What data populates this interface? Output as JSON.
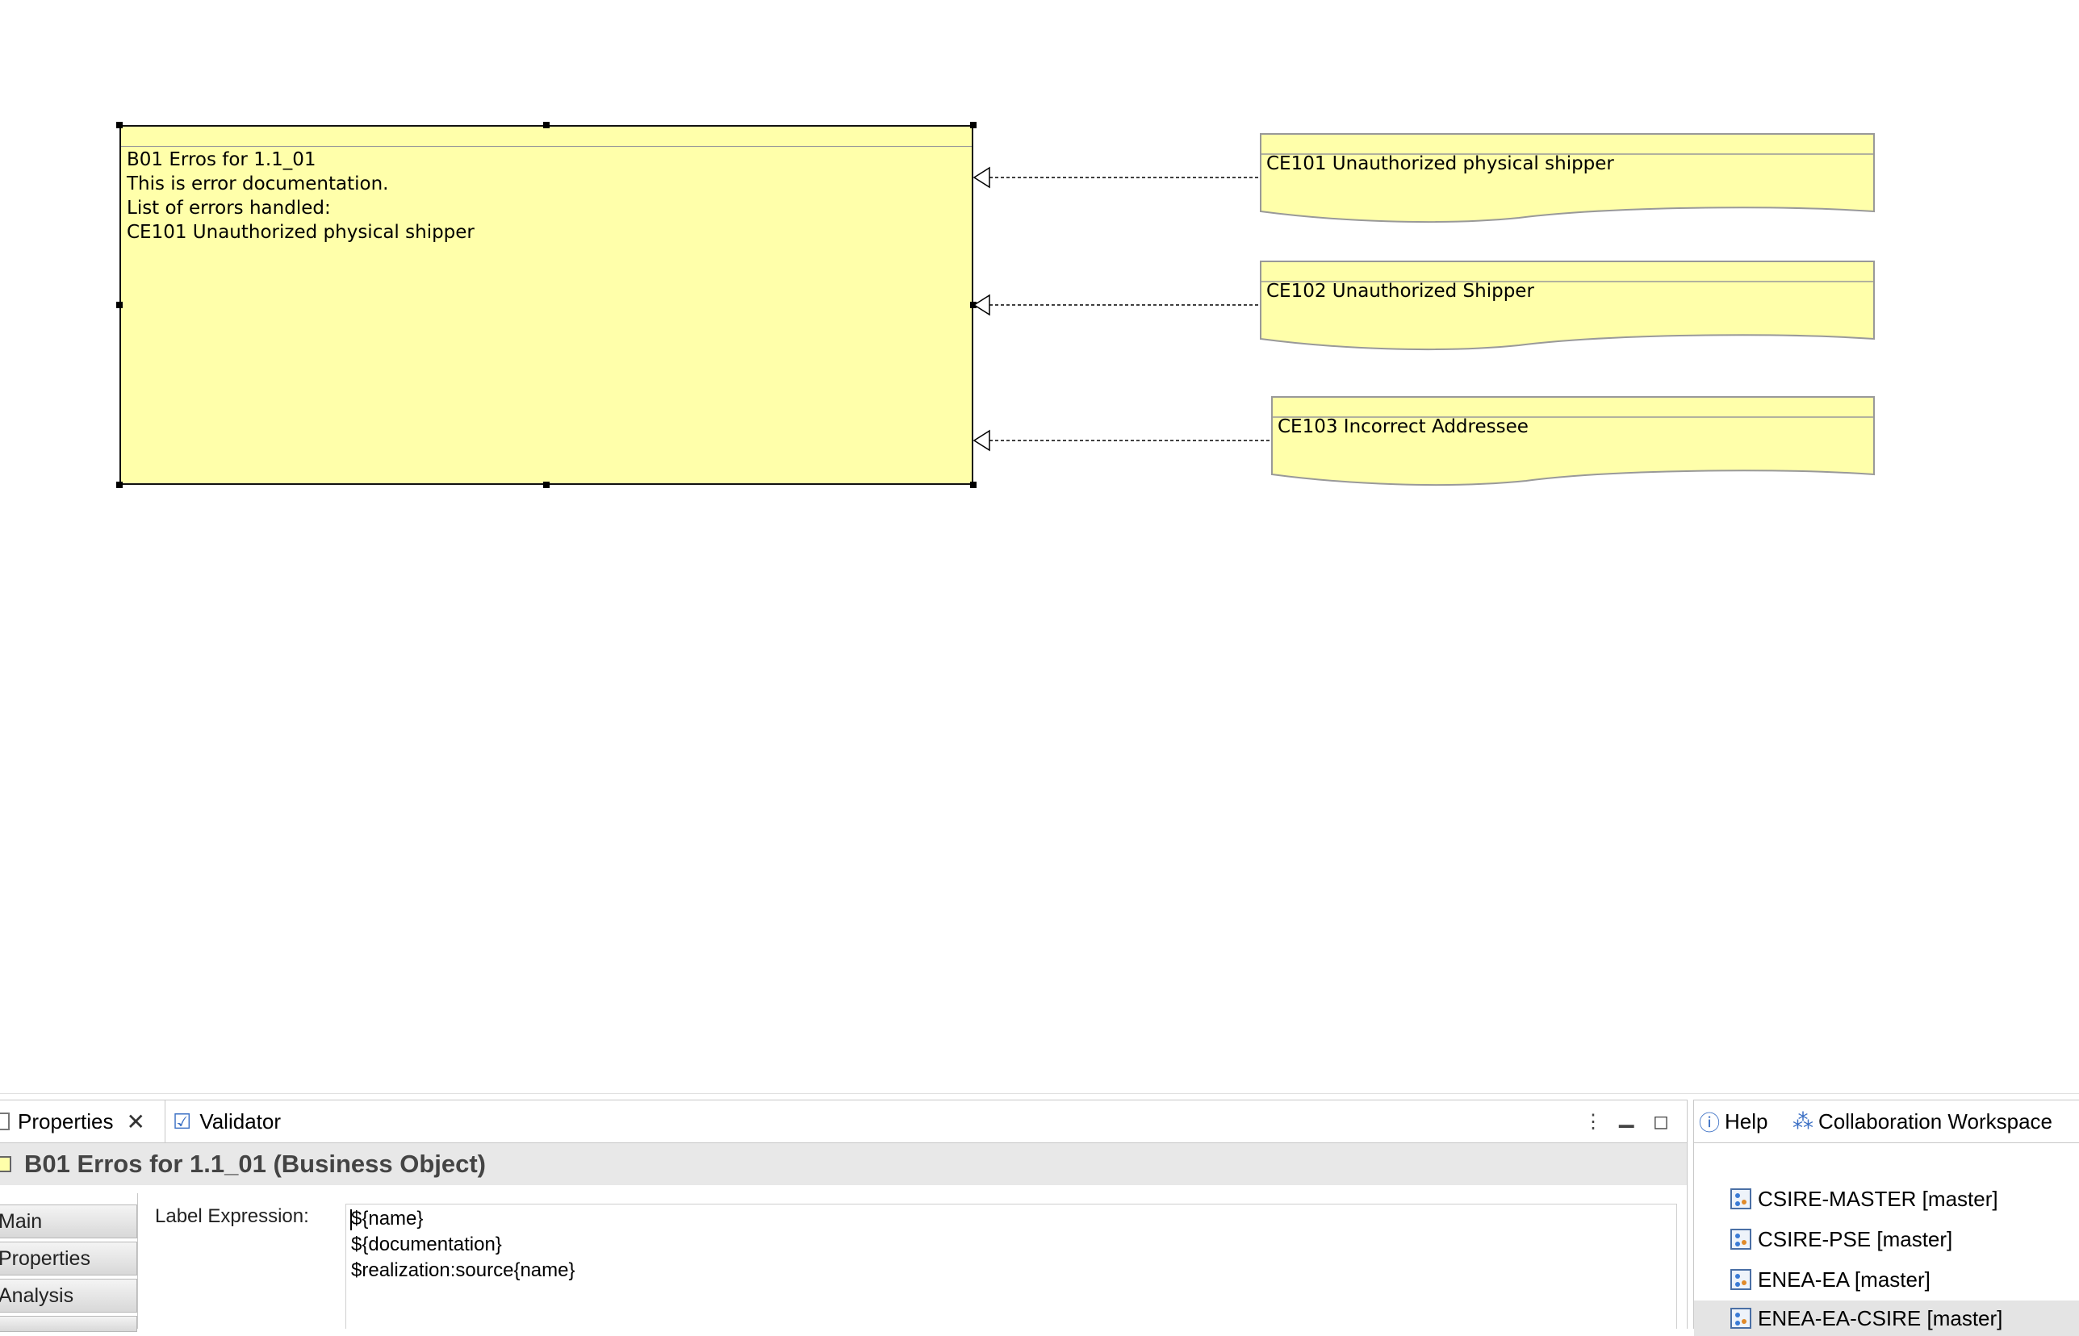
{
  "diagram": {
    "main_note": {
      "lines": [
        "B01 Erros for 1.1_01",
        "This is error documentation.",
        "List of errors handled:",
        "CE101 Unauthorized physical shipper"
      ]
    },
    "error_notes": [
      {
        "text": "CE101 Unauthorized physical shipper"
      },
      {
        "text": "CE102 Unauthorized Shipper"
      },
      {
        "text": "CE103 Incorrect Addressee"
      }
    ],
    "colors": {
      "note_fill": "#ffffaa",
      "note_border": "#999999"
    }
  },
  "properties_panel": {
    "tabs": [
      {
        "label": "Properties",
        "icon": "properties-icon",
        "active": true
      },
      {
        "label": "Validator",
        "icon": "validator-icon",
        "active": false
      }
    ],
    "title": "B01 Erros for 1.1_01 (Business Object)",
    "side_tabs": [
      "Main",
      "Properties",
      "Analysis"
    ],
    "label_expression": {
      "label": "Label Expression:",
      "lines": [
        "${name}",
        "${documentation}",
        "$realization:source{name}"
      ]
    }
  },
  "collab_panel": {
    "tabs": [
      {
        "label": "Help",
        "icon": "help-icon"
      },
      {
        "label": "Collaboration Workspace",
        "icon": "collaboration-icon"
      }
    ],
    "repositories": [
      {
        "label": "CSIRE-MASTER [master]"
      },
      {
        "label": "CSIRE-PSE [master]"
      },
      {
        "label": "ENEA-EA [master]"
      },
      {
        "label": "ENEA-EA-CSIRE [master]",
        "selected": true
      }
    ]
  }
}
